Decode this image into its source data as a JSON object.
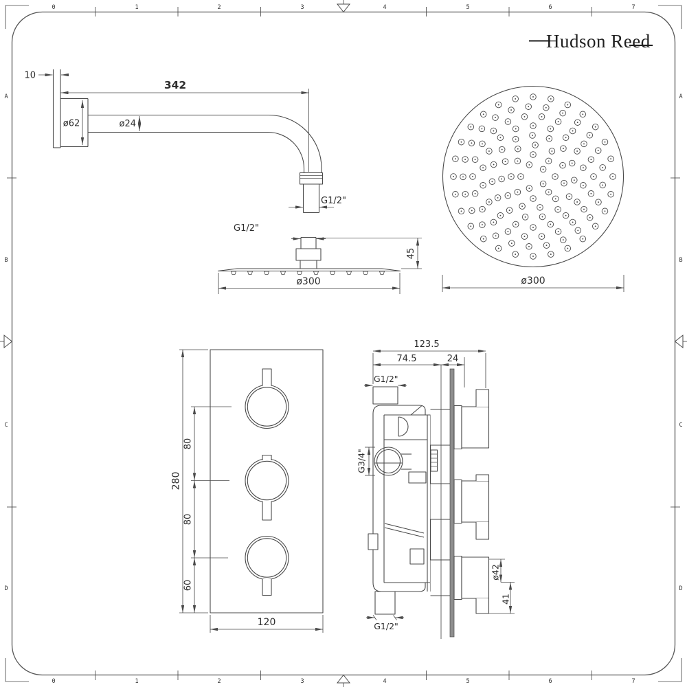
{
  "brand": {
    "name": "Hudson Reed"
  },
  "frame": {
    "columns": [
      "0",
      "1",
      "2",
      "3",
      "4",
      "5",
      "6",
      "7"
    ],
    "rows": [
      "A",
      "B",
      "C",
      "D"
    ]
  },
  "shower_arm": {
    "wall_plate_thickness": "10",
    "arm_length": "342",
    "flange_diameter": "ø62",
    "arm_diameter": "ø24",
    "outlet_thread": "G1/2\""
  },
  "shower_head_side": {
    "inlet_thread": "G1/2\"",
    "height": "45",
    "diameter": "ø300"
  },
  "shower_head_top": {
    "diameter": "ø300",
    "nozzle_rings": [
      {
        "r": 116,
        "n": 28,
        "a": 0
      },
      {
        "r": 102,
        "n": 25,
        "a": 7
      },
      {
        "r": 88,
        "n": 22,
        "a": 0
      },
      {
        "r": 74,
        "n": 18,
        "a": 10
      },
      {
        "r": 60,
        "n": 15,
        "a": 5
      },
      {
        "r": 46,
        "n": 11,
        "a": 12
      },
      {
        "r": 32,
        "n": 8,
        "a": 0
      },
      {
        "r": 18,
        "n": 5,
        "a": 36
      }
    ]
  },
  "valve_front": {
    "plate_height": "280",
    "knob_spacing_upper": "80",
    "knob_spacing_lower": "80",
    "bottom_offset": "60",
    "plate_width": "120"
  },
  "valve_side": {
    "depth_total": "123.5",
    "depth_body": "74.5",
    "plate_offset": "24",
    "inlet_thread": "G1/2\"",
    "side_port_thread": "G3/4\"",
    "knob_diameter": "ø42",
    "knob_projection": "41",
    "outlet_thread": "G1/2\""
  },
  "colors": {
    "line": "#4a4a4a",
    "text": "#2e2e2e",
    "background": "#ffffff",
    "plate_fill": "#8f8f8f"
  }
}
